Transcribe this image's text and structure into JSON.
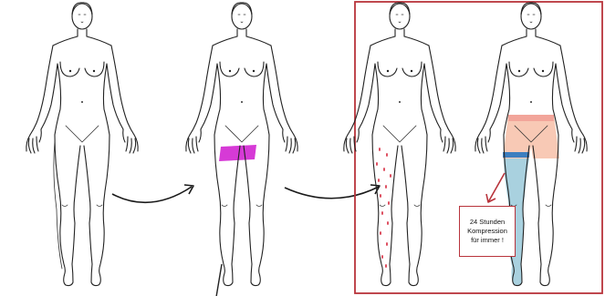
{
  "callout": {
    "line1": "24 Stunden",
    "line2": "Kompression",
    "line3": "für immer !"
  },
  "colors": {
    "liposuction_zone": "#d63ad6",
    "marks": "#d9364a",
    "compression_shorts": "#f8c9b5",
    "compression_band_top": "#f2a59a",
    "compression_band_bottom": "#3d7ebf",
    "compression_stocking": "#a9d1df",
    "frame": "#b8333b",
    "arrow": "#1a1a1a"
  }
}
